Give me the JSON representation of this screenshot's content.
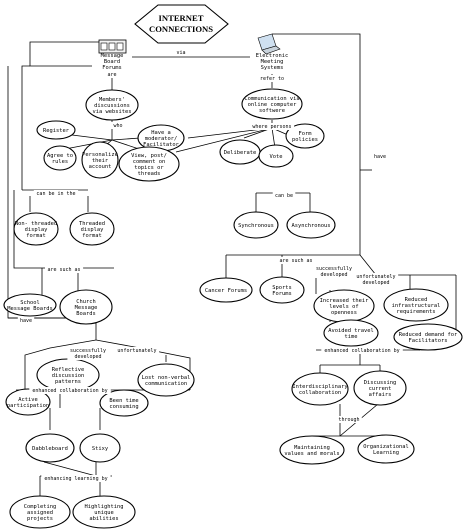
{
  "title": [
    "INTERNET",
    "CONNECTIONS"
  ],
  "nodes": {
    "mbf": [
      "Message",
      "Board",
      "Forums"
    ],
    "ems": [
      "Electronic",
      "Meeting",
      "Systems"
    ],
    "members_disc": [
      "Members'",
      "discussions",
      "via websites"
    ],
    "comm_soft": [
      "Communication via",
      "online computer",
      "softwere"
    ],
    "register": [
      "Register"
    ],
    "agree": [
      "Agree to",
      "rules"
    ],
    "personalize": [
      "Personalize",
      "their",
      "account"
    ],
    "moderator": [
      "Have a",
      "moderator/",
      "Facilitator"
    ],
    "view_post": [
      "View, post/",
      "comment on",
      "topics or",
      "threads"
    ],
    "deliberate": [
      "Deliberate"
    ],
    "form_policies": [
      "Form",
      "policies"
    ],
    "vote": [
      "Vote"
    ],
    "non_threaded": [
      "Non- threaded",
      "display",
      "format"
    ],
    "threaded": [
      "Threaded",
      "display",
      "format"
    ],
    "synchronous": [
      "Synchronous"
    ],
    "asynchronous": [
      "Asynchronous"
    ],
    "school_boards": [
      "School",
      "Message Boards"
    ],
    "church_boards": [
      "Church",
      "Message",
      "Boards"
    ],
    "cancer_forums": [
      "Cancer Forums"
    ],
    "sports_forums": [
      "Sports",
      "Forums"
    ],
    "increased_openness": [
      "Increased their",
      "levels of",
      "openness"
    ],
    "reduced_infra": [
      "Reduced",
      "infrastructural",
      "requirements"
    ],
    "avoided_travel": [
      "Avoided travel",
      "time"
    ],
    "reduced_demand": [
      "Reduced demand for",
      "Facilitators"
    ],
    "reflective": [
      "Reflective",
      "discussion",
      "patterns"
    ],
    "lost_nonverbal": [
      "Lost non-verbal",
      "communication"
    ],
    "active_participation": [
      "Active",
      "participation"
    ],
    "time_consuming": [
      "Been time",
      "consuming"
    ],
    "interdisciplinary": [
      "Interdisciplinary",
      "collaboration"
    ],
    "discussing_affairs": [
      "Discussing",
      "current",
      "affairs"
    ],
    "maintaining_values": [
      "Maintaining",
      "values and morals"
    ],
    "org_learning": [
      "Organizational",
      "Learning"
    ],
    "dabbleboard": [
      "Dabbleboard"
    ],
    "stixy": [
      "Stixy"
    ],
    "completing_projects": [
      "Completing",
      "assigned",
      "projects"
    ],
    "highlighting_abilities": [
      "Highlighting",
      "unique",
      "abilities"
    ]
  },
  "edge_labels": {
    "via": "via",
    "are": "are",
    "refer_to": "refer to",
    "who": "who",
    "where_persons": "where persons",
    "can_be_in_the": "can be in the",
    "can_be": "can be",
    "have_right": "have",
    "are_such_as_left": "are such as",
    "are_such_as_right": "are such as",
    "have_left": "have",
    "successfully_developed_right": [
      "successfully",
      "developed"
    ],
    "unfortunately_developed_right": [
      "unfortunately",
      "developed"
    ],
    "enhanced_collab_right": "enhanced collaboration by",
    "through": "through",
    "successfully_developed_left": [
      "successfully",
      "developed"
    ],
    "unfortunately_left": "unfortunately",
    "enhanced_collab_left": "enhanced collaboration by",
    "enhancing_learning": "enhancing learning by"
  },
  "icons": {
    "mbf": "window-icon",
    "ems": "laptop-icon"
  }
}
